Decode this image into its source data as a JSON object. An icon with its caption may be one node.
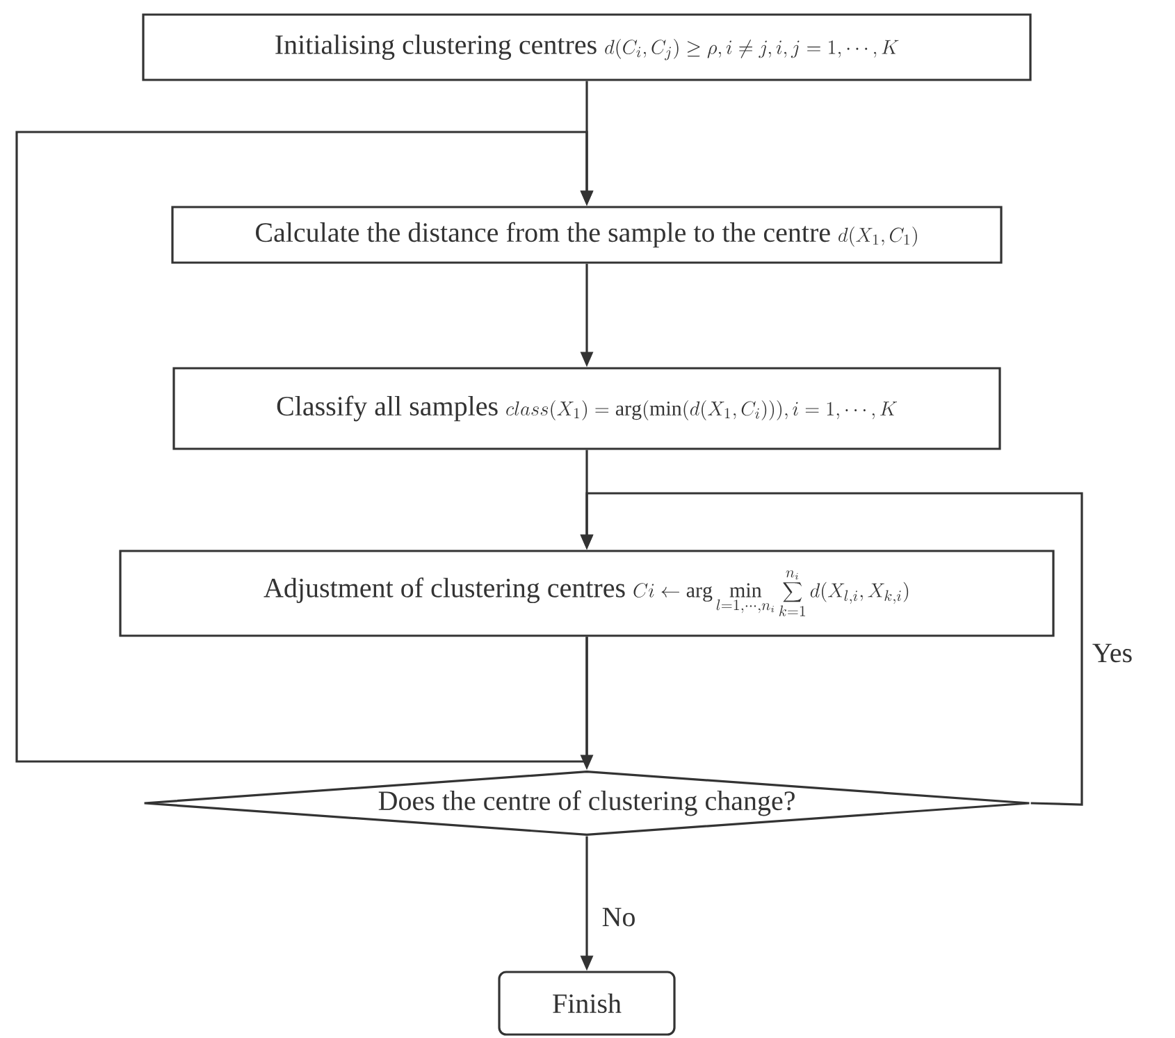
{
  "diagram": {
    "nodes": [
      {
        "text": [
          "Initialising clustering centres",
          "d(C_i,C_j)\\geq\\rho, i\\neq j, i, j=1,\\cdots,K"
        ]
      },
      {
        "text": [
          "Calculate the distance from the sample to the centre",
          "d(X_1,C_1)"
        ]
      },
      {
        "text": [
          "Classify all samples",
          "class(X_1)=\\arg(\\min(d(X_1,C_i))), i=1,\\cdots,K"
        ]
      },
      {
        "text": [
          "Adjustment of clustering centres",
          "Ci\\leftarrow \\arg\\min_{l=1,\\cdots,n_i}\\sum_{k=1}^{n_i} d(X_{l,i},X_{k,i})"
        ]
      },
      {
        "text": [
          "Does the centre of clustering change?"
        ]
      },
      {
        "text": [
          "Finish"
        ]
      }
    ],
    "edges": [
      {
        "from": 0,
        "to": 1,
        "arrow": "to"
      },
      {
        "from": 1,
        "to": 2,
        "arrow": "to"
      },
      {
        "from": 2,
        "to": 3,
        "arrow": "to"
      },
      {
        "from": 3,
        "to": 4,
        "arrow": "to"
      },
      {
        "from": 3,
        "to": 1,
        "arrow": "to"
      },
      {
        "from": 4,
        "to": 3,
        "arrow": "to",
        "label": "Yes"
      },
      {
        "from": 4,
        "to": 5,
        "arrow": "to",
        "label": "No"
      }
    ]
  }
}
